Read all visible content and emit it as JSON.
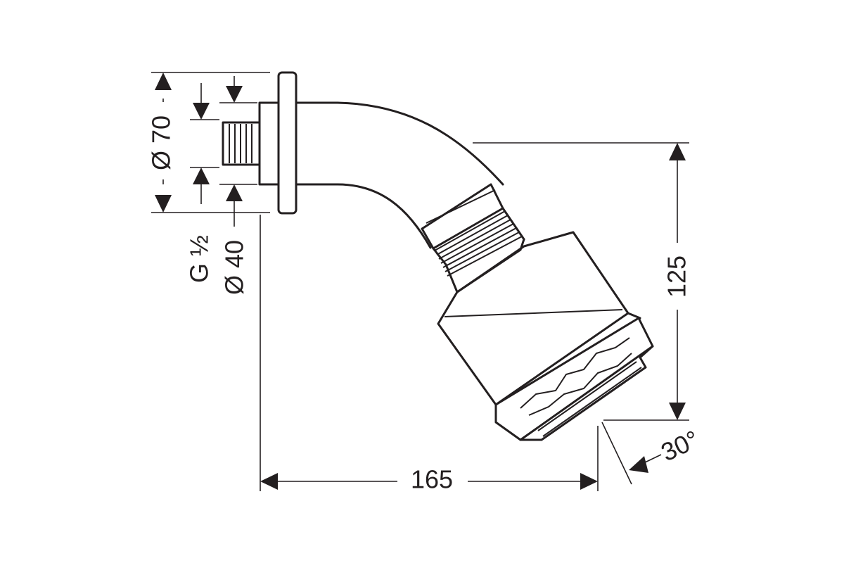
{
  "dimensions": {
    "flange_diameter": "Ø 70",
    "thread_size": "G ½",
    "connector_diameter": "Ø 40",
    "height": "125",
    "projection": "165",
    "tilt_angle": "30°"
  },
  "colors": {
    "stroke": "#231f20",
    "background": "#ffffff"
  }
}
